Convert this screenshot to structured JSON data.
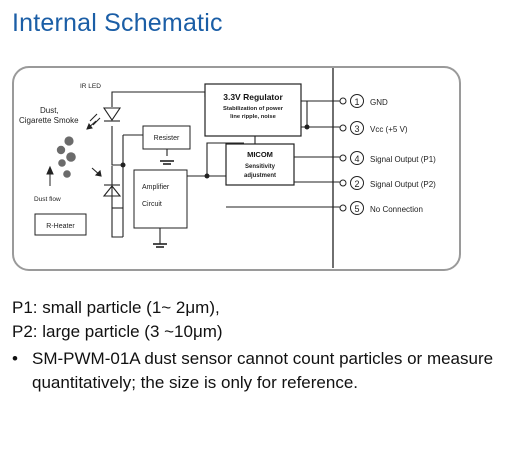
{
  "title": "Internal Schematic",
  "diagram": {
    "ir_led": "IR LED",
    "dust_label": [
      "Dust,",
      "Cigarette Smoke"
    ],
    "dust_flow": "Dust flow",
    "r_heater": "R-Heater",
    "resister": "Resister",
    "amplifier": [
      "Amplifier",
      "Circuit"
    ],
    "regulator_title": "3.3V Regulator",
    "regulator_sub": [
      "Stabilization of power",
      "line ripple, noise"
    ],
    "micom_title": "MICOM",
    "micom_sub": [
      "Sensitivity",
      "adjustment"
    ],
    "pins": [
      {
        "num": "1",
        "label": "GND"
      },
      {
        "num": "3",
        "label": "Vcc (+5 V)"
      },
      {
        "num": "4",
        "label": "Signal Output (P1)"
      },
      {
        "num": "2",
        "label": "Signal Output (P2)"
      },
      {
        "num": "5",
        "label": "No Connection"
      }
    ]
  },
  "notes": {
    "p1": "P1: small particle (1~ 2μm),",
    "p2": "P2: large particle (3 ~10μm)",
    "bullet_symbol": "•",
    "bullet": "SM-PWM-01A dust sensor cannot count particles or measure quantitatively; the size is only for reference."
  }
}
